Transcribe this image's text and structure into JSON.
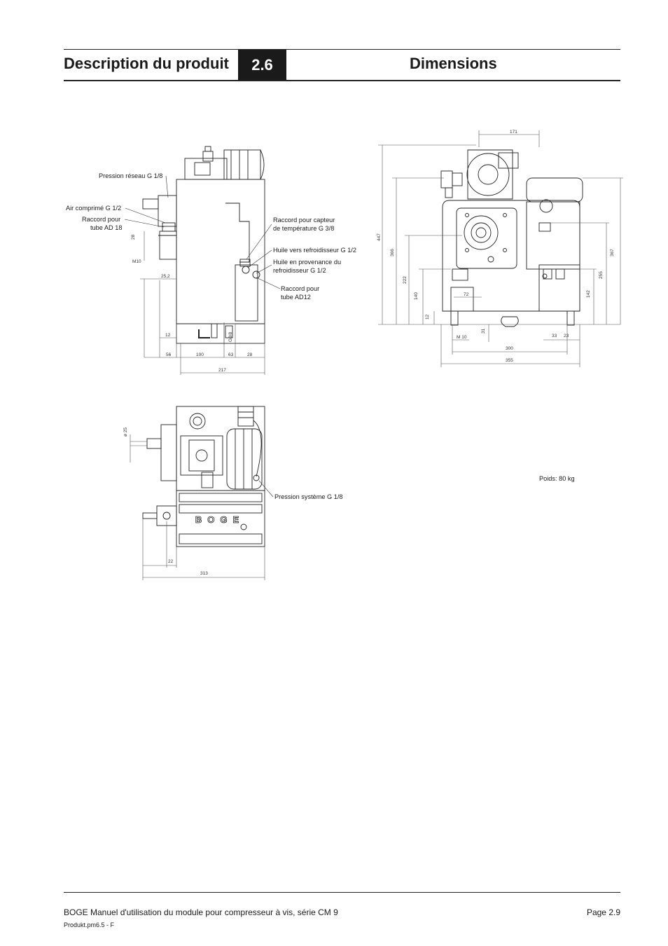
{
  "header": {
    "section_title": "Description du produit",
    "section_number": "2.6",
    "page_title": "Dimensions"
  },
  "callouts": {
    "pression_reseau": "Pression réseau G 1/8",
    "air_comprime": "Air comprimé G 1/2",
    "raccord_tube_ad18_line1": "Raccord pour",
    "raccord_tube_ad18_line2": "tube AD 18",
    "capteur_line1": "Raccord pour capteur",
    "capteur_line2": "de température G 3/8",
    "huile_vers": "Huile vers refroidisseur G 1/2",
    "huile_provenance_line1": "Huile en provenance du",
    "huile_provenance_line2": "refroidisseur G 1/2",
    "raccord_ad12_line1": "Raccord pour",
    "raccord_ad12_line2": "tube AD12",
    "pression_systeme": "Pression système G 1/8",
    "poids": "Poids: 80 kg"
  },
  "side_view_dims": {
    "d28": "28",
    "m10": "M10",
    "d25_2": "25,2",
    "d12": "12",
    "g3_8": "G3/8",
    "d56": "56",
    "d100": "100",
    "d63": "63",
    "d28b": "28",
    "d217": "217"
  },
  "front_view_dims": {
    "d171": "171",
    "d447": "447",
    "d366": "366",
    "d222": "222",
    "d140": "140",
    "d12": "12",
    "d72": "72",
    "m10": "M 10",
    "d31": "31",
    "d300": "300",
    "d355": "355",
    "d33": "33",
    "d23": "23",
    "d367": "367",
    "d255": "255",
    "d142": "142"
  },
  "top_view_dims": {
    "d25": "ø 25",
    "d22": "22",
    "d313": "313",
    "brand": "BOGE"
  },
  "footer": {
    "manual_title": "BOGE Manuel d'utilisation du module pour compresseur à vis, série CM 9",
    "page": "Page 2.9",
    "file": "Produkt.pm6.5 - F"
  }
}
